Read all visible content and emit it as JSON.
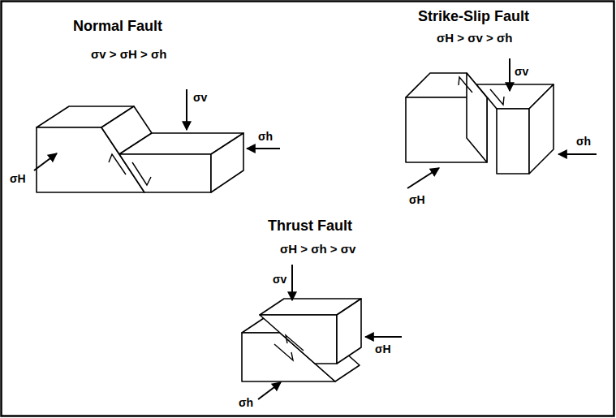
{
  "diagram": {
    "labels": [
      "Normal Fault",
      "σv > σH > σh",
      "σv",
      "σh",
      "σH",
      "Strike-Slip Fault",
      "σH > σv > σh",
      "σv",
      "σh",
      "σH",
      "Thrust Fault",
      "σH > σh > σv",
      "σv",
      "σH",
      "σh"
    ]
  }
}
